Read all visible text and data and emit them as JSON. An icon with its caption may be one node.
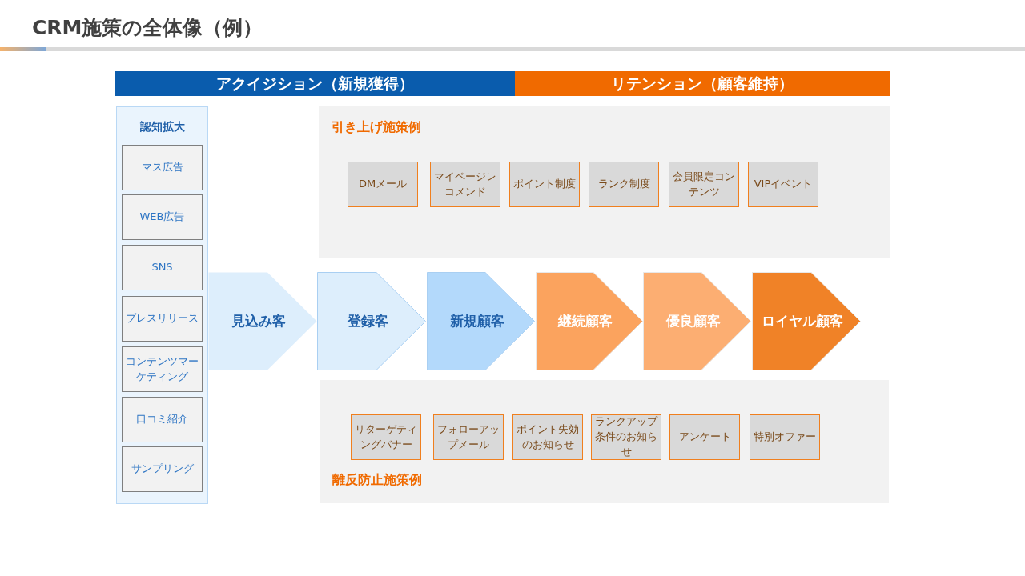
{
  "diagram": {
    "title": "CRM施策の全体像（例）",
    "nodes": [
      {
        "text": [
          "アクイジション（新規獲得）"
        ]
      },
      {
        "text": [
          "リテンション（顧客維持）"
        ]
      },
      {
        "text": [
          "認知拡大"
        ]
      },
      {
        "text": [
          "マス広告"
        ],
        "in": 2
      },
      {
        "text": [
          "WEB広告"
        ],
        "in": 2
      },
      {
        "text": [
          "SNS"
        ],
        "in": 2
      },
      {
        "text": [
          "プレスリリース"
        ],
        "in": 2
      },
      {
        "text": [
          "コンテンツマーケティング"
        ],
        "in": 2
      },
      {
        "text": [
          "口コミ紹介"
        ],
        "in": 2
      },
      {
        "text": [
          "サンプリング"
        ],
        "in": 2
      },
      {
        "text": [
          "引き上げ施策例"
        ]
      },
      {
        "text": [
          "DMメール"
        ],
        "in": 10
      },
      {
        "text": [
          "マイページレコメンド"
        ],
        "in": 10
      },
      {
        "text": [
          "ポイント制度"
        ],
        "in": 10
      },
      {
        "text": [
          "ランク制度"
        ],
        "in": 10
      },
      {
        "text": [
          "会員限定コンテンツ"
        ],
        "in": 10
      },
      {
        "text": [
          "VIPイベント"
        ],
        "in": 10
      },
      {
        "text": [
          "見込み客"
        ]
      },
      {
        "text": [
          "登録客"
        ]
      },
      {
        "text": [
          "新規顧客"
        ]
      },
      {
        "text": [
          "継続顧客"
        ]
      },
      {
        "text": [
          "優良顧客"
        ]
      },
      {
        "text": [
          "ロイヤル顧客"
        ]
      },
      {
        "text": [
          "離反防止施策例"
        ]
      },
      {
        "text": [
          "リターゲティングバナー"
        ],
        "in": 23
      },
      {
        "text": [
          "フォローアップメール"
        ],
        "in": 23
      },
      {
        "text": [
          "ポイント失効のお知らせ"
        ],
        "in": 23
      },
      {
        "text": [
          "ランクアップ条件のお知らせ"
        ],
        "in": 23
      },
      {
        "text": [
          "アンケート"
        ],
        "in": 23
      },
      {
        "text": [
          "特別オファー"
        ],
        "in": 23
      }
    ]
  }
}
